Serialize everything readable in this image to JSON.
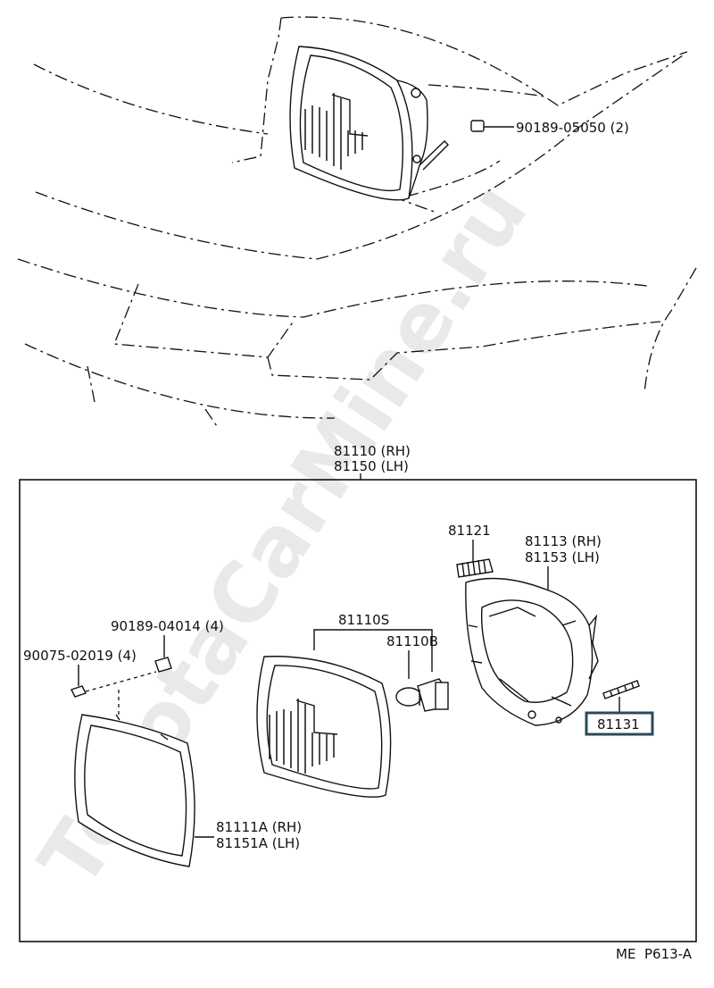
{
  "watermark": "ToyotaCarMine.ru",
  "labels": {
    "top_nut": "90189-05050 (2)",
    "assembly_rh": "81110 (RH)",
    "assembly_lh": "81150 (LH)",
    "bulb_socket": "81121",
    "housing_rh": "81113 (RH)",
    "housing_lh": "81153 (LH)",
    "nut_small": "90189-04014 (4)",
    "screw": "90075-02019 (4)",
    "sealed_unit": "81110S",
    "bulb": "81110B",
    "adjust_screw": "81131",
    "retainer_rh": "81111A (RH)",
    "retainer_lh": "81151A (LH)"
  },
  "footer": {
    "code_prefix": "ME",
    "code": "P613-A"
  },
  "highlight_color": "#2c4a5a"
}
